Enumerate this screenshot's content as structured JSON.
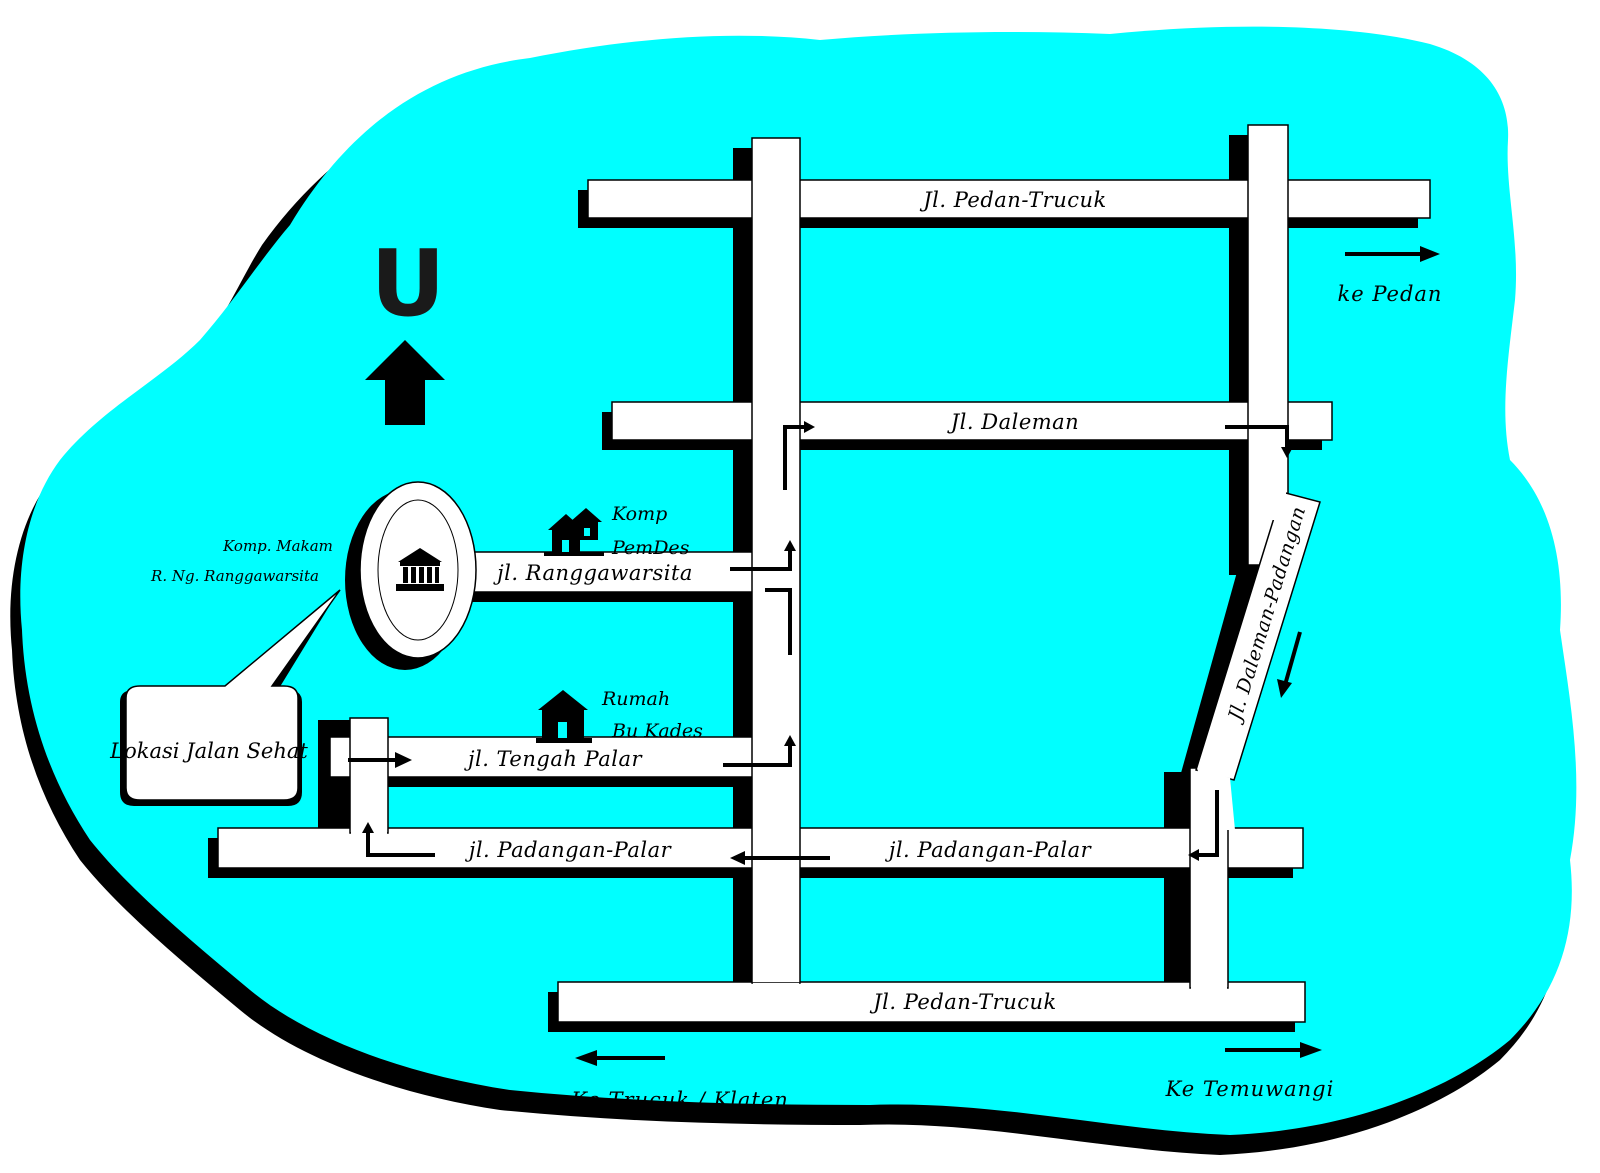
{
  "map": {
    "north_letter": "U",
    "colors": {
      "land": "#00ffff",
      "shadow": "#000000",
      "road": "#ffffff",
      "outline": "#000000"
    },
    "roads": {
      "pedan_trucuk_top": "Jl. Pedan-Trucuk",
      "daleman": "Jl. Daleman",
      "ranggawarsita": "jl. Ranggawarsita",
      "tengah_palar": "jl. Tengah Palar",
      "padangan_palar_left": "jl. Padangan-Palar",
      "padangan_palar_right": "jl. Padangan-Palar",
      "pedan_trucuk_bottom": "Jl. Pedan-Trucuk",
      "daleman_padangan": "Jl. Daleman-Padangan"
    },
    "pois": {
      "makam_line1": "Komp. Makam",
      "makam_line2": "R. Ng. Ranggawarsita",
      "makam_icon": "monument-icon",
      "pemdes_line1": "Komp",
      "pemdes_line2": "PemDes",
      "pemdes_icon": "houses-icon",
      "kades_line1": "Rumah",
      "kades_line2": "Bu Kades",
      "kades_icon": "house-icon"
    },
    "callout": "Lokasi Jalan Sehat",
    "destinations": {
      "pedan": "ke Pedan",
      "trucuk_klaten": "Ke Trucuk / Klaten",
      "temuwangi": "Ke Temuwangi"
    }
  }
}
